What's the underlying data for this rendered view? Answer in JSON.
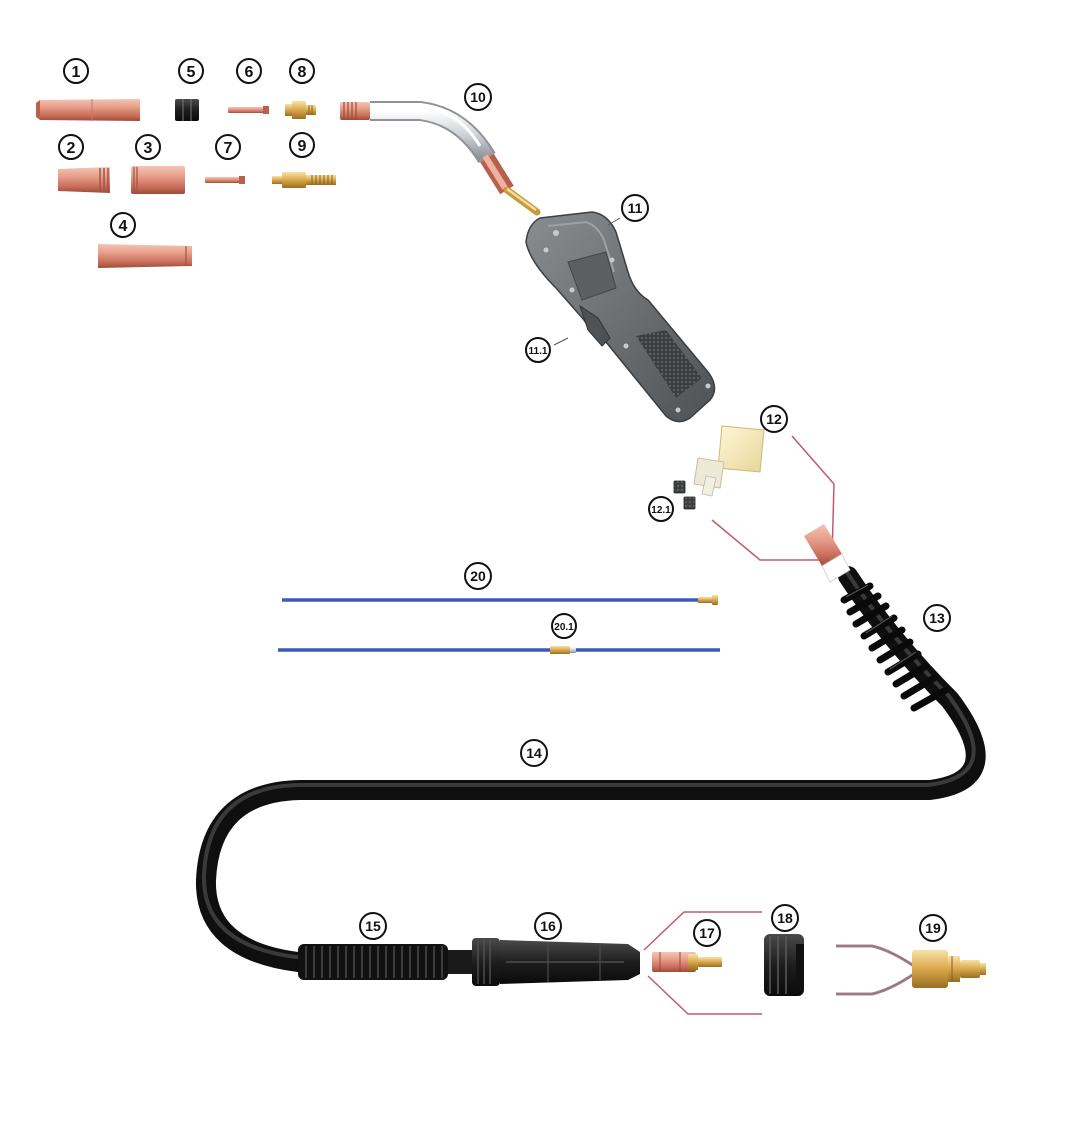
{
  "labels": {
    "p1": "1",
    "p2": "2",
    "p3": "3",
    "p4": "4",
    "p5": "5",
    "p6": "6",
    "p7": "7",
    "p8": "8",
    "p9": "9",
    "p10": "10",
    "p11": "11",
    "p11_1": "11.1",
    "p12": "12",
    "p12_1": "12.1",
    "p13": "13",
    "p14": "14",
    "p15": "15",
    "p16": "16",
    "p17": "17",
    "p18": "18",
    "p19": "19",
    "p20": "20",
    "p20_1": "20.1"
  },
  "colors": {
    "copper": "#e59a86",
    "copper_dark": "#b8604e",
    "brass": "#d9a74a",
    "handle": "#6b6e70",
    "cable": "#1c1c1c",
    "liner": "#3d58b8",
    "leader": "#c25a6a"
  }
}
